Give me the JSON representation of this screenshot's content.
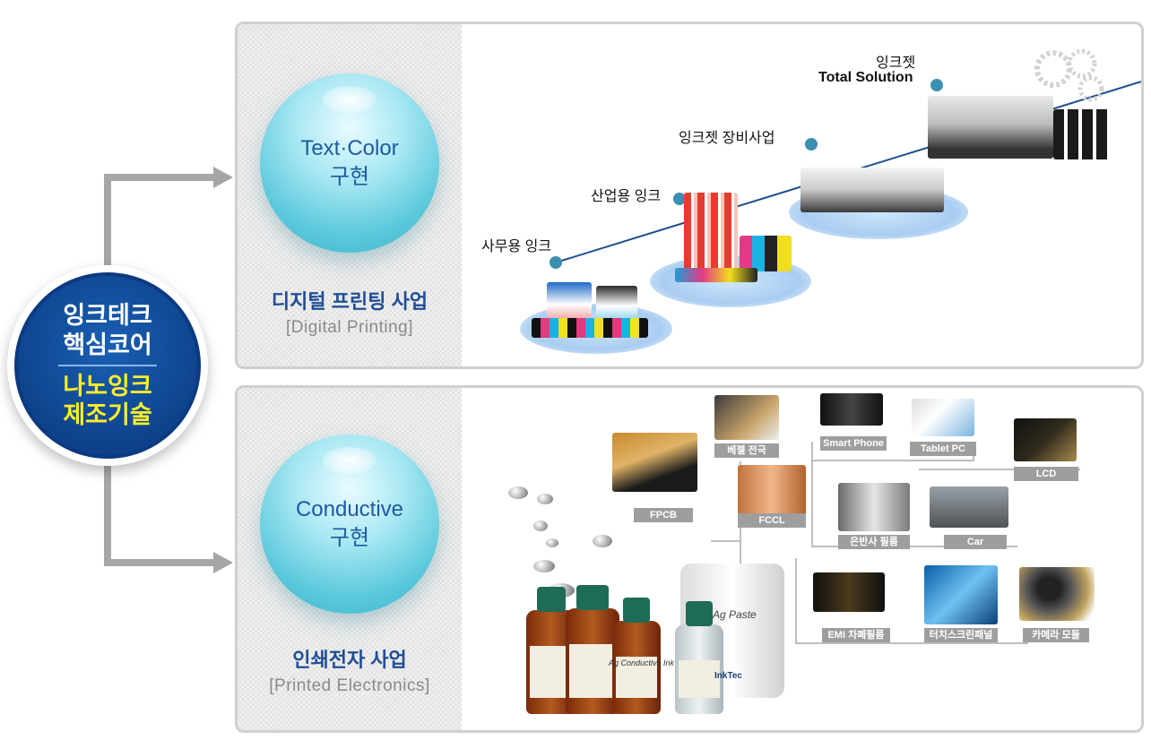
{
  "core": {
    "line1": "잉크테크",
    "line2": "핵심코어",
    "line3": "나노잉크",
    "line4": "제조기술"
  },
  "top_panel": {
    "sphere_line1": "Text·Color",
    "sphere_line2": "구현",
    "title": "디지털 프린팅 사업",
    "subtitle": "[Digital Printing]",
    "stages": [
      {
        "label": "사무용 잉크"
      },
      {
        "label": "산업용 잉크"
      },
      {
        "label": "잉크젯 장비사업"
      },
      {
        "label": "잉크젯",
        "label2": "Total Solution"
      }
    ]
  },
  "bottom_panel": {
    "sphere_line1": "Conductive",
    "sphere_line2": "구현",
    "title": "인쇄전자 사업",
    "subtitle": "[Printed Electronics]",
    "products": {
      "fpcb": "FPCB",
      "bezel": "베젤 전극",
      "fccl": "FCCL",
      "smartphone": "Smart Phone",
      "tablet": "Tablet PC",
      "lcd": "LCD",
      "silver_film": "은반사 필름",
      "car": "Car",
      "emi": "EMI 차폐필름",
      "touch": "터치스크린패널",
      "camera": "카메라 모듈"
    },
    "ag_paste_label": "Ag Paste",
    "ag_ink_label": "Ag Conductive Ink",
    "brand": "InkTec"
  },
  "colors": {
    "core_blue": "#0c3f86",
    "accent_yellow": "#ffee2a",
    "title_blue": "#1f4e96",
    "growth_line": "#1b4f8a",
    "connector_gray": "#a6a6a6"
  }
}
